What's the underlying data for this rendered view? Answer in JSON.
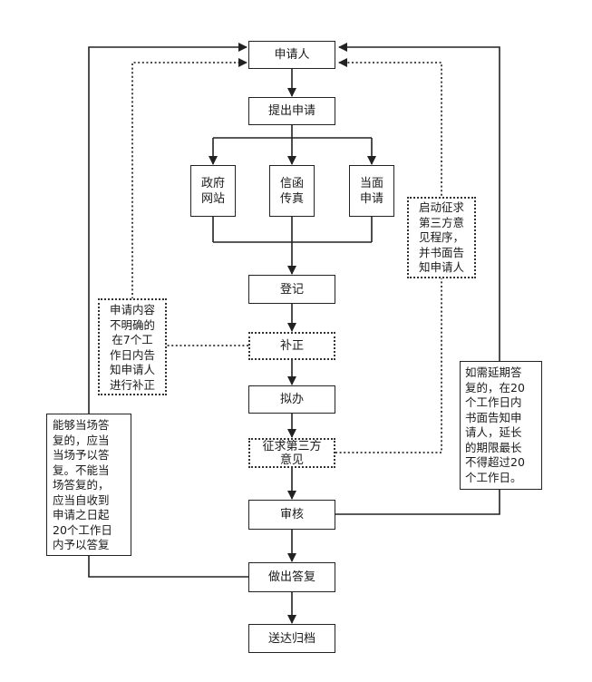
{
  "nodes": {
    "applicant": "申请人",
    "submit": "提出申请",
    "gov_website": "政府\n网站",
    "letter_fax": "信函\n传真",
    "in_person": "当面\n申请",
    "register": "登记",
    "supplement": "补正",
    "draft": "拟办",
    "third_party": "征求第三方\n意见",
    "review": "审核",
    "reply": "做出答复",
    "archive": "送达归档"
  },
  "notes": {
    "unclear": "申请内容\n不明确的\n在7个工\n作日内告\n知申请人\n进行补正",
    "third_party_notice": "启动征求\n第三方意\n见程序，\n并书面告\n知申请人",
    "immediate": "能够当场答\n复的，应当\n当场予以答\n复。不能当\n场答复的，\n应当自收到\n申请之日起\n20个工作日\n内予以答复",
    "extension": "如需延期答\n复的，在20\n个工作日内\n书面告知申\n请人，延长\n的期限最长\n不得超过20\n个工作日。"
  }
}
